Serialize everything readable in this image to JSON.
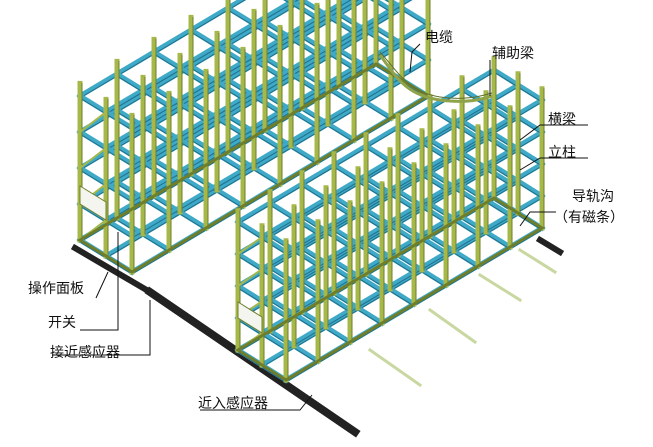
{
  "labels": {
    "cable": "电缆",
    "aux_beam": "辅助梁",
    "cross_beam": "横梁",
    "column": "立柱",
    "rail_groove_1": "导轨沟",
    "rail_groove_2": "（有磁条）",
    "operation_panel": "操作面板",
    "switch": "开关",
    "proximity_sensor": "接近感应器",
    "approach_sensor": "近入感应器"
  },
  "colors": {
    "column": "#a6b84a",
    "column_dark": "#6f7e2a",
    "beam": "#3fa9c8",
    "beam_dark": "#1f6f8a",
    "ground": "#222222",
    "cable": "#8fa34a"
  }
}
